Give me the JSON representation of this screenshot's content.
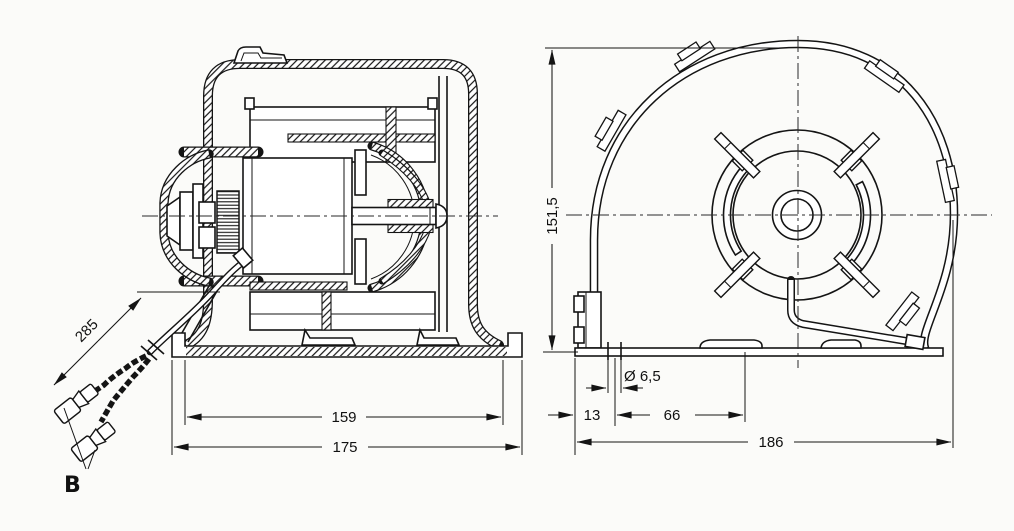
{
  "drawing": {
    "type": "technical-two-view-blower-drawing",
    "label_b": "B",
    "side_view": {
      "dim_wire_length": "285",
      "dim_inner_width": "159",
      "dim_overall_width": "175"
    },
    "front_view": {
      "dim_height": "151,5",
      "dim_hole_diameter": "Ø 6,5",
      "dim_hole_offset": "13",
      "dim_hole_spacing": "66",
      "dim_overall_width": "186"
    }
  }
}
